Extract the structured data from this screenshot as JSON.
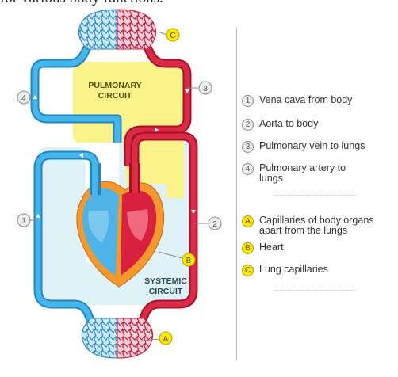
{
  "caption": "for various body functions.",
  "labels": {
    "pulmonary_circuit": [
      "PULMONARY",
      "CIRCUIT"
    ],
    "systemic_circuit": [
      "SYSTEMIC",
      "CIRCUIT"
    ]
  },
  "callouts": {
    "one": "1",
    "two": "2",
    "three": "3",
    "four": "4",
    "a_top": "C",
    "a_bottom": "A",
    "b": "B"
  },
  "legend": {
    "numbered": [
      {
        "badge": "1",
        "text": "Vena cava from body"
      },
      {
        "badge": "2",
        "text": "Aorta to body"
      },
      {
        "badge": "3",
        "text": "Pulmonary vein to lungs"
      },
      {
        "badge": "4",
        "text": "Pulmonary artery to lungs"
      }
    ],
    "lettered": [
      {
        "badge": "A",
        "text": "Capillaries of body organs apart from the lungs"
      },
      {
        "badge": "B",
        "text": "Heart"
      },
      {
        "badge": "C",
        "text": "Lung capillaries"
      }
    ]
  },
  "colors": {
    "deoxygenated": "#3aaae2",
    "oxygenated": "#d7233f",
    "pulmonary_fill": "#fbf38a",
    "systemic_fill": "#dff2f8",
    "heart_outer": "#f59a2a",
    "badge_yellow": "#ffe800"
  }
}
